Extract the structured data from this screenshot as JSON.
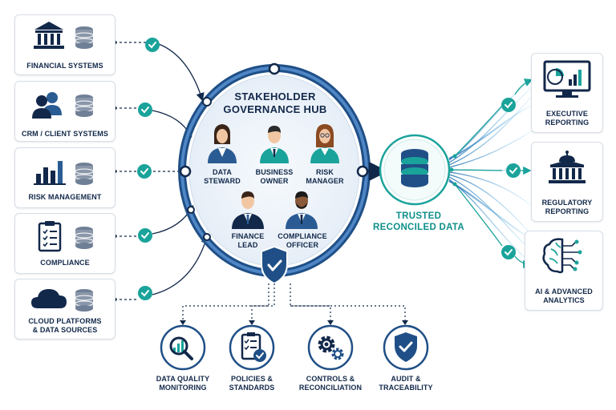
{
  "hub": {
    "title_line1": "STAKEHOLDER",
    "title_line2": "GOVERNANCE HUB",
    "roles": [
      {
        "line1": "DATA",
        "line2": "STEWARD"
      },
      {
        "line1": "BUSINESS",
        "line2": "OWNER"
      },
      {
        "line1": "RISK",
        "line2": "MANAGER"
      },
      {
        "line1": "FINANCE",
        "line2": "LEAD"
      },
      {
        "line1": "COMPLIANCE",
        "line2": "OFFICER"
      }
    ]
  },
  "sources": [
    {
      "label": "FINANCIAL SYSTEMS",
      "icon": "bank-icon"
    },
    {
      "label": "CRM / CLIENT SYSTEMS",
      "icon": "users-icon"
    },
    {
      "label": "RISK MANAGEMENT",
      "icon": "bar-chart-icon"
    },
    {
      "label": "COMPLIANCE",
      "icon": "clipboard-icon"
    },
    {
      "line1": "CLOUD PLATFORMS",
      "line2": "& DATA SOURCES",
      "icon": "cloud-icon"
    }
  ],
  "trusted": {
    "line1": "TRUSTED",
    "line2": "RECONCILED DATA"
  },
  "outputs": [
    {
      "line1": "EXECUTIVE",
      "line2": "REPORTING",
      "icon": "monitor-chart-icon"
    },
    {
      "line1": "REGULATORY",
      "line2": "REPORTING",
      "icon": "government-building-icon"
    },
    {
      "line1": "AI & ADVANCED",
      "line2": "ANALYTICS",
      "icon": "brain-circuit-icon"
    }
  ],
  "controls": [
    {
      "line1": "DATA QUALITY",
      "line2": "MONITORING",
      "icon": "magnifier-chart-icon"
    },
    {
      "line1": "POLICIES &",
      "line2": "STANDARDS",
      "icon": "policy-document-icon"
    },
    {
      "line1": "CONTROLS &",
      "line2": "RECONCILIATION",
      "icon": "gears-icon"
    },
    {
      "line1": "AUDIT &",
      "line2": "TRACEABILITY",
      "icon": "shield-check-icon"
    }
  ],
  "colors": {
    "navy": "#12284a",
    "blue": "#2a5c93",
    "teal": "#1aa39b",
    "ring": "#3b6fb0",
    "hub_bg": "#eef3f8"
  }
}
